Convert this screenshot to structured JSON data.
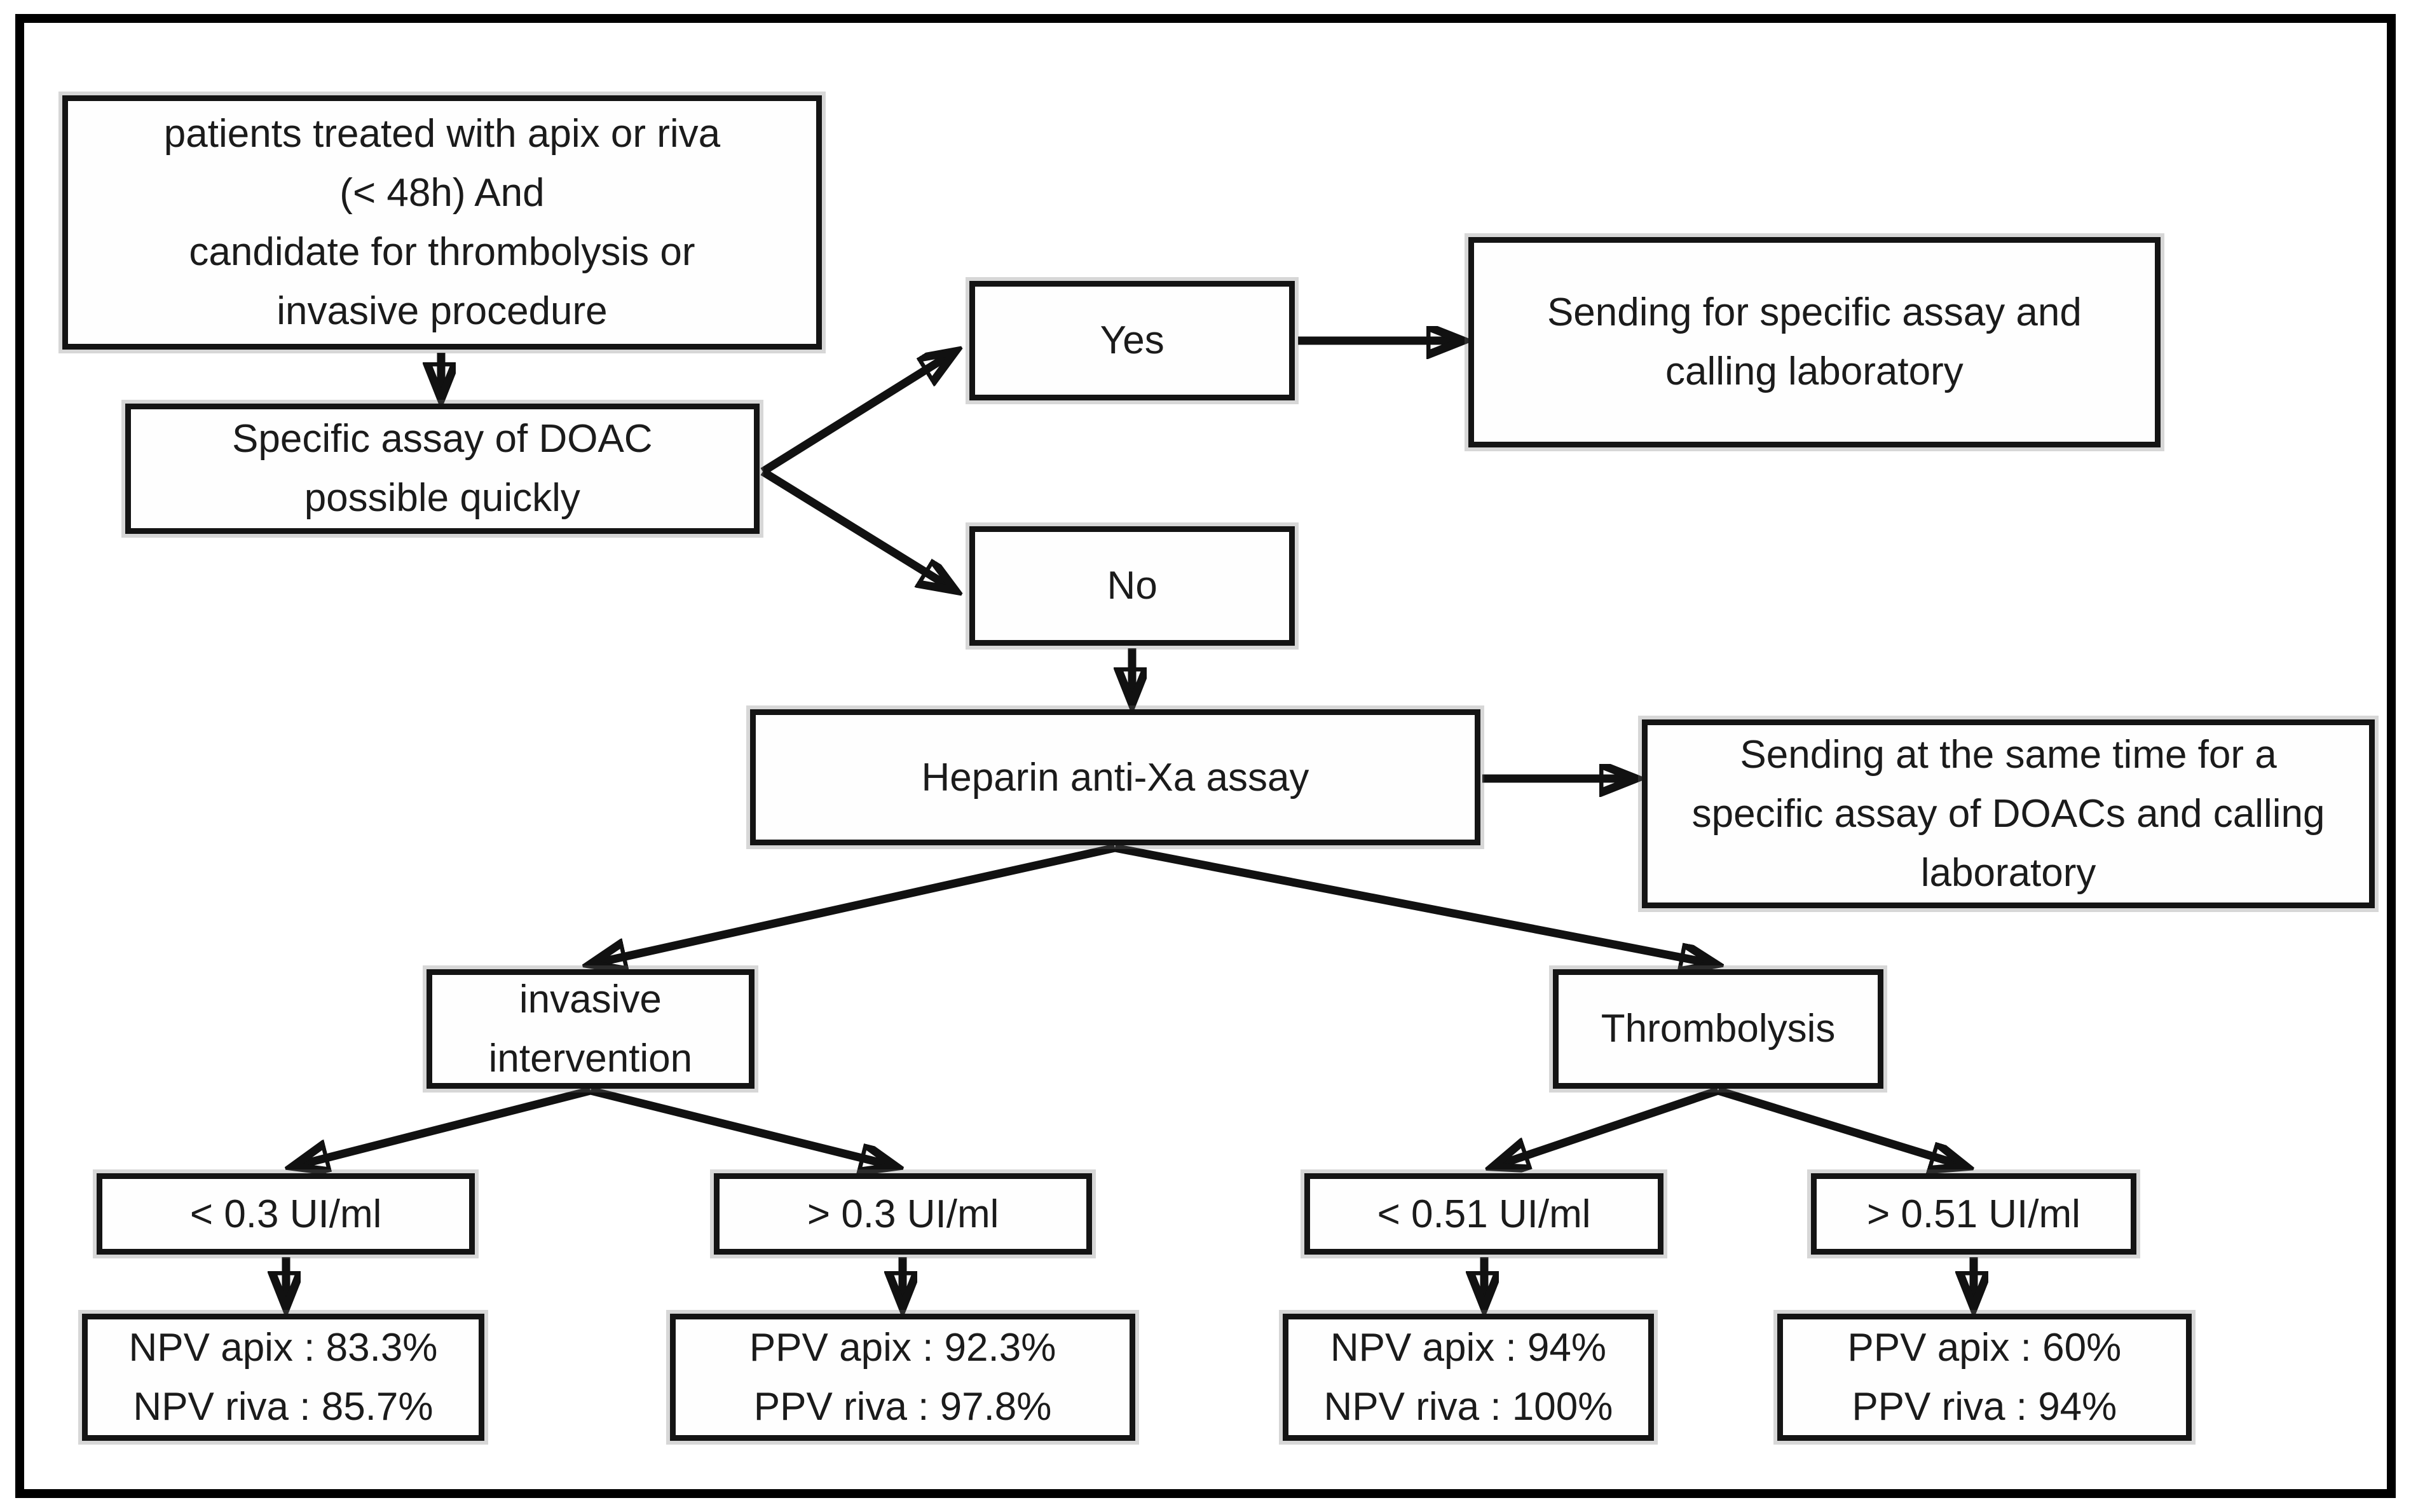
{
  "colors": {
    "background": "#ffffff",
    "box_border": "#141414",
    "arrow": "#111111",
    "text": "#1b1b1b"
  },
  "diagram": {
    "nodes": {
      "patients": {
        "label": "patients treated with apix or riva\n(< 48h) And\ncandidate for thrombolysis or\ninvasive procedure"
      },
      "specific_assay": {
        "label": "Specific assay of DOAC\npossible quickly"
      },
      "yes": {
        "label": "Yes"
      },
      "no": {
        "label": "No"
      },
      "sending_lab": {
        "label": "Sending for specific assay and\ncalling laboratory"
      },
      "heparin": {
        "label": "Heparin anti-Xa assay"
      },
      "sending_same_time": {
        "label": "Sending at the same time for a\nspecific assay of DOACs and calling\nlaboratory"
      },
      "invasive": {
        "label": "invasive\nintervention"
      },
      "thrombolysis": {
        "label": "Thrombolysis"
      },
      "lt_03": {
        "label": "< 0.3 UI/ml"
      },
      "gt_03": {
        "label": "> 0.3 UI/ml"
      },
      "lt_051": {
        "label": "< 0.51 UI/ml"
      },
      "gt_051": {
        "label": "> 0.51 UI/ml"
      },
      "npv_03": {
        "label": "NPV apix : 83.3%\nNPV riva : 85.7%"
      },
      "ppv_03": {
        "label": "PPV apix : 92.3%\nPPV riva : 97.8%"
      },
      "npv_051": {
        "label": "NPV apix : 94%\nNPV riva : 100%"
      },
      "ppv_051": {
        "label": "PPV apix : 60%\nPPV riva : 94%"
      }
    },
    "edges": [
      {
        "from": "patients",
        "to": "specific_assay"
      },
      {
        "from": "specific_assay",
        "to": "yes"
      },
      {
        "from": "specific_assay",
        "to": "no"
      },
      {
        "from": "yes",
        "to": "sending_lab"
      },
      {
        "from": "no",
        "to": "heparin"
      },
      {
        "from": "heparin",
        "to": "sending_same_time"
      },
      {
        "from": "heparin",
        "to": "invasive"
      },
      {
        "from": "heparin",
        "to": "thrombolysis"
      },
      {
        "from": "invasive",
        "to": "lt_03"
      },
      {
        "from": "invasive",
        "to": "gt_03"
      },
      {
        "from": "thrombolysis",
        "to": "lt_051"
      },
      {
        "from": "thrombolysis",
        "to": "gt_051"
      },
      {
        "from": "lt_03",
        "to": "npv_03"
      },
      {
        "from": "gt_03",
        "to": "ppv_03"
      },
      {
        "from": "lt_051",
        "to": "npv_051"
      },
      {
        "from": "gt_051",
        "to": "ppv_051"
      }
    ]
  }
}
